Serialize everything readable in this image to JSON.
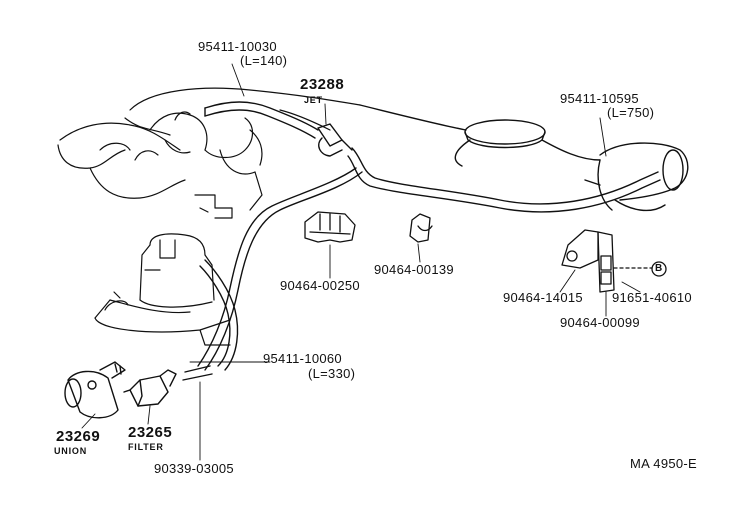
{
  "diagram": {
    "labels": {
      "hose_95411_10030": "95411-10030",
      "hose_95411_10030_len": "(L=140)",
      "jet_part": "23288",
      "jet_name": "JET",
      "hose_95411_10595": "95411-10595",
      "hose_95411_10595_len": "(L=750)",
      "clip_90464_00250": "90464-00250",
      "clip_90464_00139": "90464-00139",
      "clip_90464_14015": "90464-14015",
      "bolt_91651_40610": "91651-40610",
      "clip_90464_00099": "90464-00099",
      "hose_95411_10060": "95411-10060",
      "hose_95411_10060_len": "(L=330)",
      "union_part": "23269",
      "union_name": "UNION",
      "filter_part": "23265",
      "filter_name": "FILTER",
      "clamp_90339_03005": "90339-03005",
      "ref_b": "B",
      "ref_code": "MA  4950-E"
    },
    "colors": {
      "ink": "#111111",
      "paper": "#ffffff"
    }
  }
}
